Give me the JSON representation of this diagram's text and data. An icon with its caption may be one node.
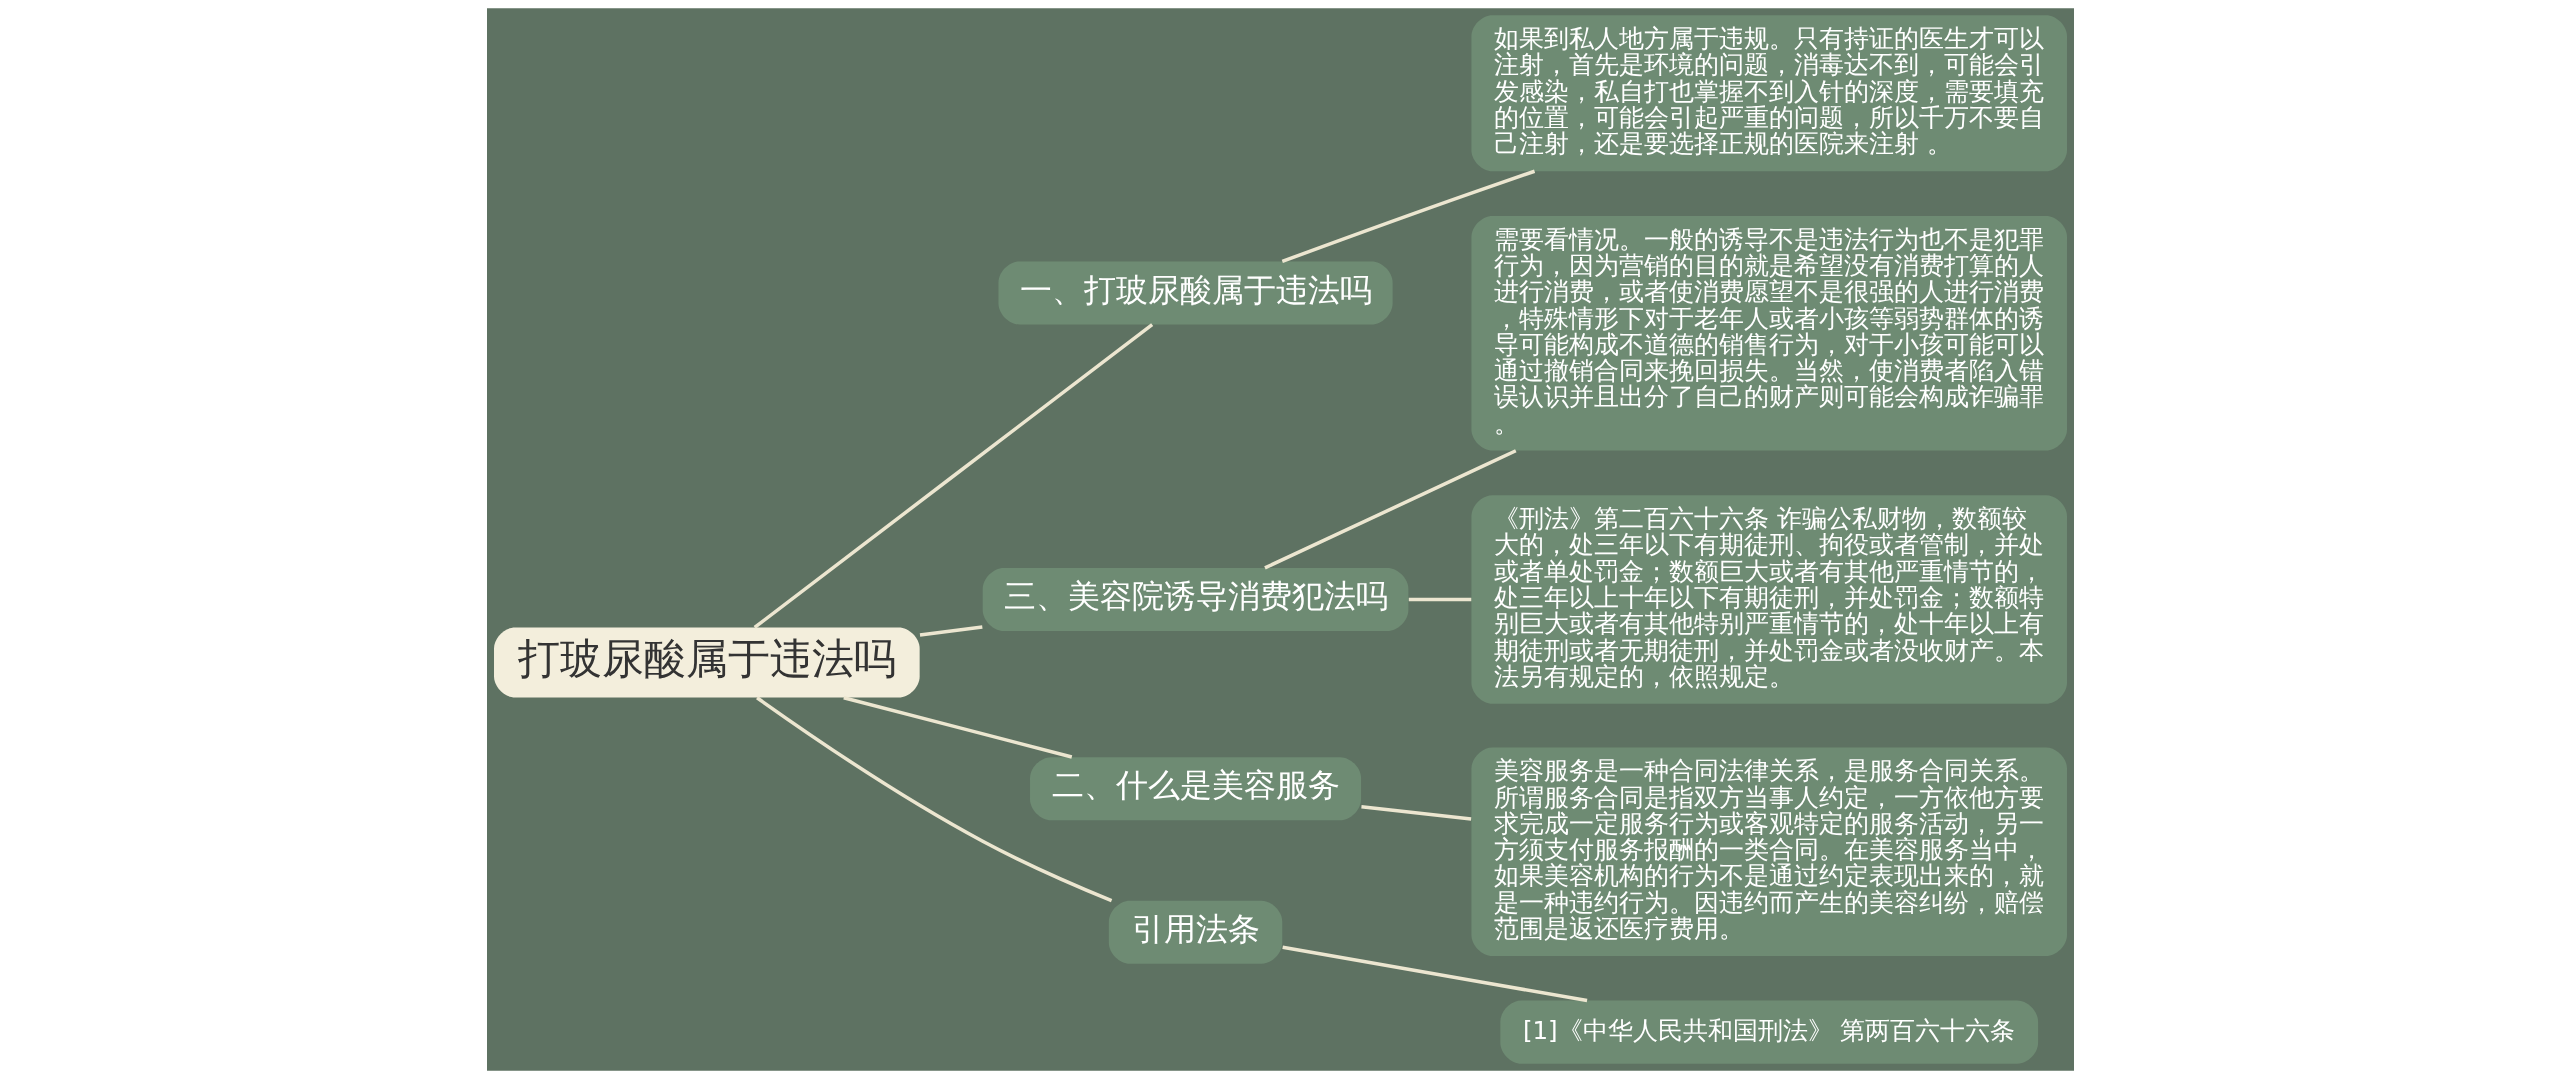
{
  "diagram": {
    "nodes": [
      {
        "text": [
          "打玻尿酸属于违法吗"
        ]
      },
      {
        "text": [
          "一、打玻尿酸属于违法吗"
        ]
      },
      {
        "text": [
          "如果到私人地方属于违规。只有持证的医生才可以注射，首先是环境的问题，消毒达不到，可能会引发感染，私自打也掌握不到入针的深度，需要填充的位置，可能会引起严重的问题，所以千万不要自己注射，还是要选择正规的医院来注射 。"
        ]
      },
      {
        "text": [
          "三、美容院诱导消费犯法吗"
        ]
      },
      {
        "text": [
          "需要看情况。一般的诱导不是违法行为也不是犯罪行为，因为营销的目的就是希望没有消费打算的人进行消费，或者使消费愿望不是很强的人进行消费，特殊情形下对于老年人或者小孩等弱势群体的诱导可能构成不道德的销售行为，对于小孩可能可以通过撤销合同来挽回损失。当然，使消费者陷入错误认识并且出分了自己的财产则可能会构成诈骗罪。"
        ]
      },
      {
        "text": [
          "《刑法》第二百六十六条 诈骗公私财物，数额较大的，处三年以下有期徒刑、拘役或者管制，并处或者单处罚金；数额巨大或者有其他严重情节的，处三年以上十年以下有期徒刑，并处罚金；数额特别巨大或者有其他特别严重情节的，处十年以上有期徒刑或者无期徒刑，并处罚金或者没收财产。本法另有规定的，依照规定。"
        ]
      },
      {
        "text": [
          "二、什么是美容服务"
        ]
      },
      {
        "text": [
          "美容服务是一种合同法律关系，是服务合同关系。所谓服务合同是指双方当事人约定，一方依他方要求完成一定服务行为或客观特定的服务活动，另一方须支付服务报酬的一类合同。在美容服务当中，如果美容机构的行为不是通过约定表现出来的，就是一种违约行为。因违约而产生的美容纠纷，赔偿范围是返还医疗费用。"
        ]
      },
      {
        "text": [
          "引用法条"
        ]
      },
      {
        "text": [
          "[1]《中华人民共和国刑法》 第两百六十六条"
        ]
      }
    ],
    "edges": [
      {
        "from": 0,
        "to": 1,
        "arrow": "none"
      },
      {
        "from": 1,
        "to": 2,
        "arrow": "none"
      },
      {
        "from": 0,
        "to": 3,
        "arrow": "none"
      },
      {
        "from": 3,
        "to": 4,
        "arrow": "none"
      },
      {
        "from": 3,
        "to": 5,
        "arrow": "none"
      },
      {
        "from": 0,
        "to": 6,
        "arrow": "none"
      },
      {
        "from": 6,
        "to": 7,
        "arrow": "none"
      },
      {
        "from": 0,
        "to": 8,
        "arrow": "none"
      },
      {
        "from": 8,
        "to": 9,
        "arrow": "none"
      }
    ]
  }
}
